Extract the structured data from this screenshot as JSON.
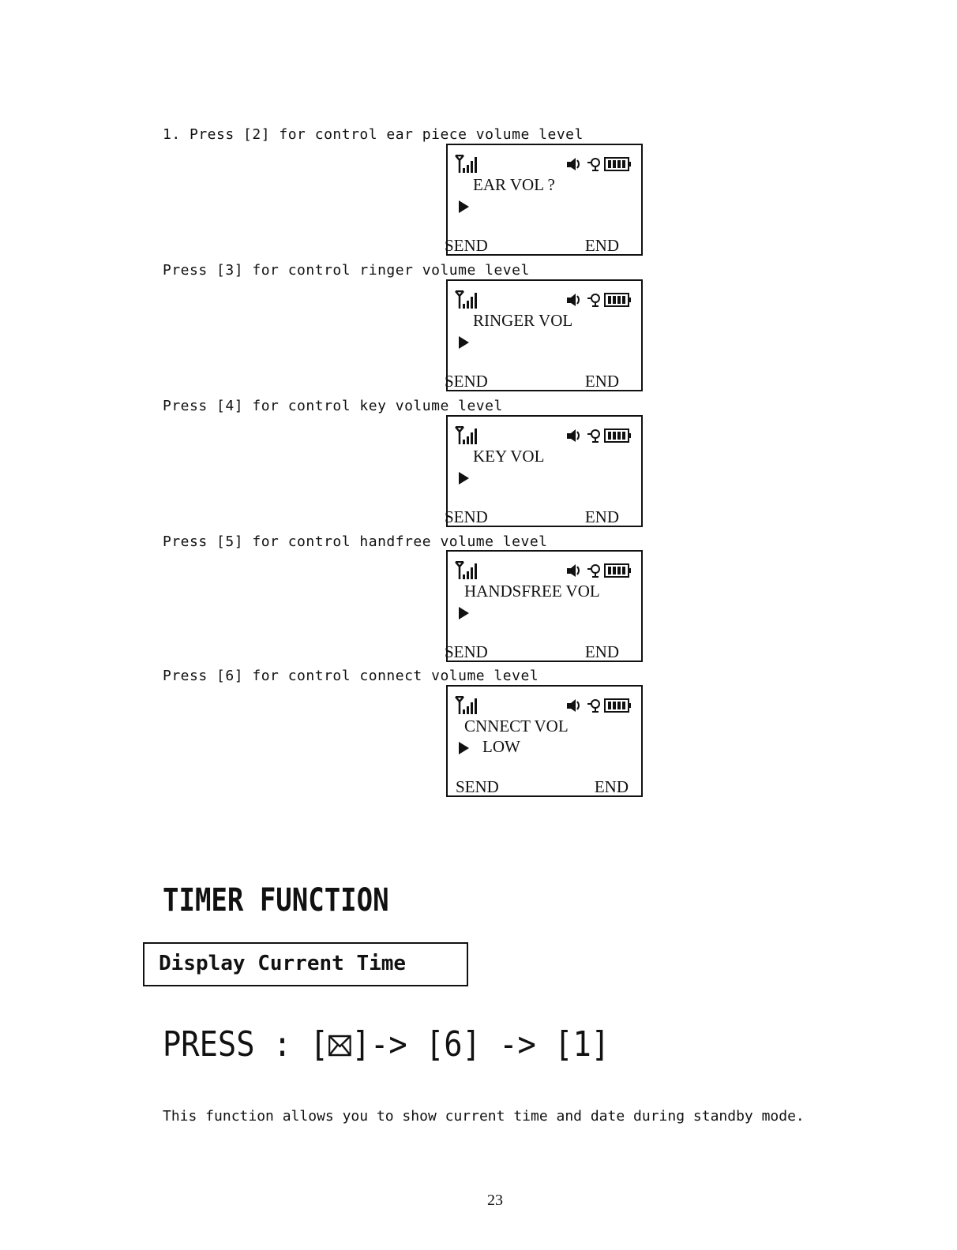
{
  "instructions": [
    {
      "text": "1. Press [2] for control ear piece volume level",
      "screen_label": "EAR VOL ?",
      "value": ""
    },
    {
      "text": "Press [3] for control ringer volume level",
      "screen_label": "RINGER VOL",
      "value": ""
    },
    {
      "text": "Press [4] for control key volume level",
      "screen_label": "KEY VOL",
      "value": ""
    },
    {
      "text": "Press [5] for control handfree volume level",
      "screen_label": "HANDSFREE VOL",
      "value": ""
    },
    {
      "text": "Press [6] for control connect volume level",
      "screen_label": "CNNECT VOL",
      "value": "LOW"
    }
  ],
  "softkeys": {
    "left": "SEND",
    "right": "END"
  },
  "icons": [
    "signal-strength-icon",
    "speaker-icon",
    "key-lock-icon",
    "battery-icon",
    "selection-arrow-icon",
    "envelope-icon"
  ],
  "section": {
    "title": "TIMER FUNCTION",
    "subtitle": "Display Current Time",
    "press_prefix": "PRESS : [",
    "press_suffix": "]-> [6] -> [1]",
    "description": "This function allows you to  show current time and date during standby mode."
  },
  "page_number": "23"
}
